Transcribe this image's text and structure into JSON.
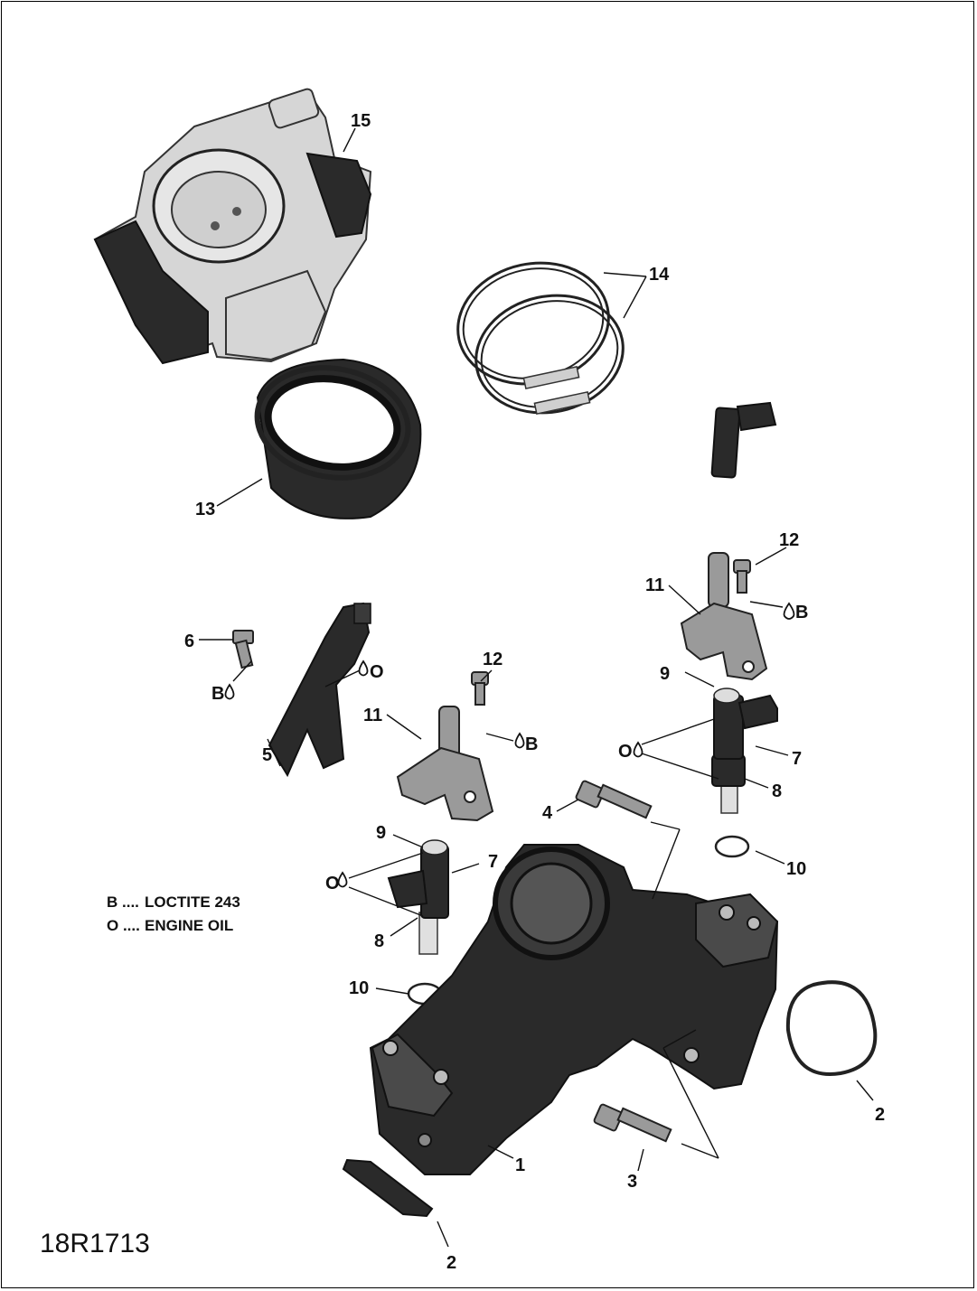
{
  "figure_id": "18R1713",
  "legend": [
    {
      "key": "B ....",
      "text": "LOCTITE 243"
    },
    {
      "key": "O ....",
      "text": "ENGINE OIL"
    }
  ],
  "callouts": {
    "c1": "1",
    "c2a": "2",
    "c2b": "2",
    "c3": "3",
    "c4": "4",
    "c5": "5",
    "c6": "6",
    "c7a": "7",
    "c7b": "7",
    "c8a": "8",
    "c8b": "8",
    "c9a": "9",
    "c9b": "9",
    "c10a": "10",
    "c10b": "10",
    "c11a": "11",
    "c11b": "11",
    "c12a": "12",
    "c12b": "12",
    "c13": "13",
    "c14": "14",
    "c15": "15"
  },
  "product_markers": {
    "m_b1": "B",
    "m_o1": "O",
    "m_b2": "B",
    "m_o2": "O",
    "m_b3": "B",
    "m_o3": "O"
  }
}
